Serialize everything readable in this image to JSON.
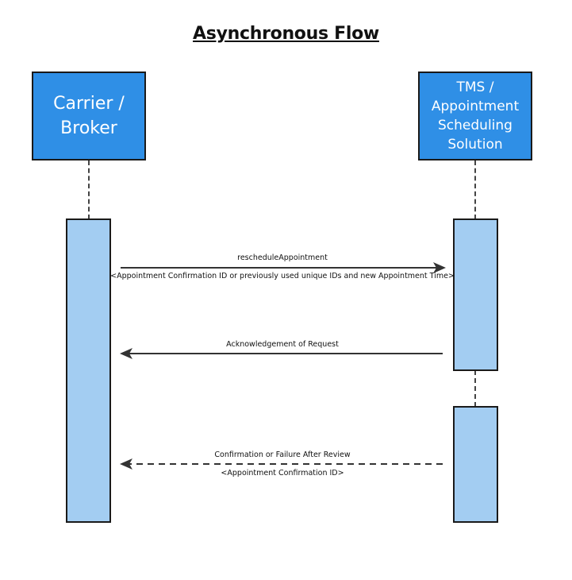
{
  "title": "Asynchronous Flow",
  "participants": {
    "left": {
      "label": "Carrier /\nBroker"
    },
    "right": {
      "label": "TMS /\nAppointment\nScheduling\nSolution"
    }
  },
  "messages": [
    {
      "label": "rescheduleAppointment",
      "sublabel": "<Appointment Confirmation ID or previously used unique IDs and new Appointment Time>",
      "direction": "left-to-right",
      "style": "solid"
    },
    {
      "label": "Acknowledgement of Request",
      "direction": "right-to-left",
      "style": "solid"
    },
    {
      "label": "Confirmation or Failure After Review",
      "sublabel": "<Appointment Confirmation ID>",
      "direction": "right-to-left",
      "style": "dashed"
    }
  ],
  "colors": {
    "actor_fill": "#2f8fe6",
    "activation_fill": "#a3cdf2",
    "line": "#333333"
  }
}
